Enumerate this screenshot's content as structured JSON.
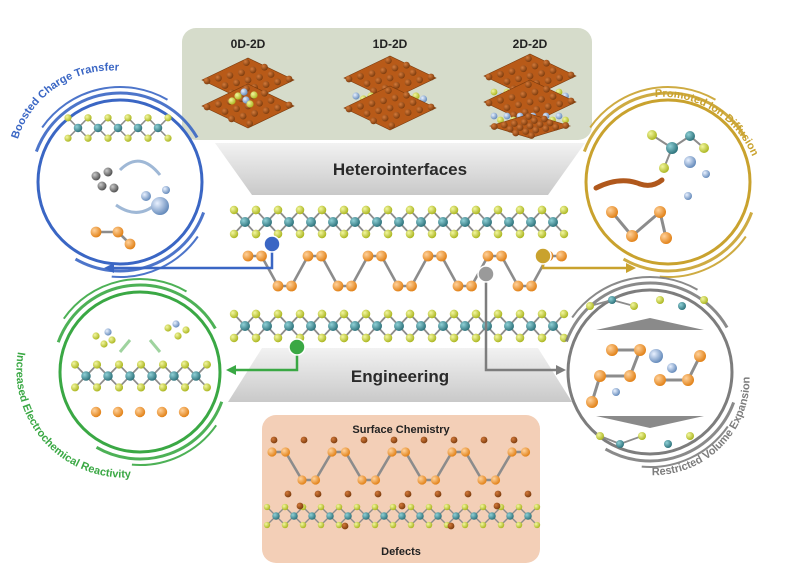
{
  "top_panel": {
    "labels": [
      "0D-2D",
      "1D-2D",
      "2D-2D"
    ]
  },
  "banners": {
    "heterointerfaces": "Heterointerfaces",
    "engineering": "Engineering"
  },
  "bottom_panel": {
    "surface_chemistry": "Surface Chemistry",
    "defects": "Defects"
  },
  "circles": {
    "top_left": "Boosted Charge Transfer",
    "top_right": "Promoted Ion Diffusion",
    "bottom_left": "Increased Electrochemical Reactivity",
    "bottom_right": "Restricted Volume Expansion"
  },
  "colors": {
    "blue": "#3a66c4",
    "gold": "#c9a22e",
    "green": "#3aa844",
    "gray": "#7d7d7d",
    "orange_atom": "#f0952a",
    "yellow_atom": "#c8d23a",
    "teal_atom": "#3f8f99",
    "top_panel_bg": "#d6dccb",
    "bottom_panel_bg": "#f3cfb7"
  }
}
